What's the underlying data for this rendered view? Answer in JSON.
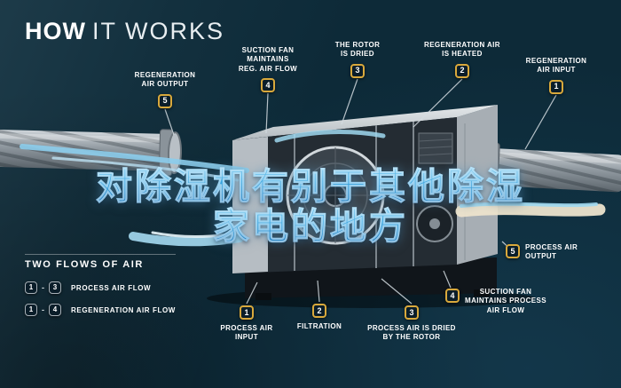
{
  "title": {
    "bold": "HOW",
    "light": "IT WORKS"
  },
  "overlay": {
    "line1": "对除湿机有别于其他除湿",
    "line2": "家电的地方"
  },
  "callouts": {
    "reg_output": {
      "num": "5",
      "label": "REGENERATION\nAIR OUTPUT"
    },
    "suction_reg": {
      "num": "4",
      "label": "SUCTION FAN\nMAINTAINS\nREG. AIR FLOW"
    },
    "rotor_dried": {
      "num": "3",
      "label": "THE ROTOR\nIS DRIED"
    },
    "reg_heated": {
      "num": "2",
      "label": "REGENERATION AIR\nIS HEATED"
    },
    "reg_input": {
      "num": "1",
      "label": "REGENERATION\nAIR INPUT"
    },
    "process_output": {
      "num": "5",
      "label": "PROCESS AIR\nOUTPUT"
    },
    "suction_process": {
      "num": "4",
      "label": "SUCTION FAN\nMAINTAINS PROCESS\nAIR FLOW"
    },
    "process_dried": {
      "num": "3",
      "label": "PROCESS AIR IS DRIED\nBY THE ROTOR"
    },
    "filtration": {
      "num": "2",
      "label": "FILTRATION"
    },
    "process_input": {
      "num": "1",
      "label": "PROCESS AIR\nINPUT"
    }
  },
  "legend": {
    "heading": "TWO FLOWS OF AIR",
    "rows": [
      {
        "from": "1",
        "dash": "-",
        "to": "3",
        "label": "PROCESS AIR FLOW"
      },
      {
        "from": "1",
        "dash": "-",
        "to": "4",
        "label": "REGENERATION AIR FLOW"
      }
    ]
  },
  "colors": {
    "background": "#0d2a38",
    "badge_border": "#d9a93c",
    "legend_badge_border": "#a8b1b8",
    "airflow_blue": "#9fd8f0",
    "airflow_cream": "#ede4cd",
    "overlay_blue": "#1d86c9"
  }
}
